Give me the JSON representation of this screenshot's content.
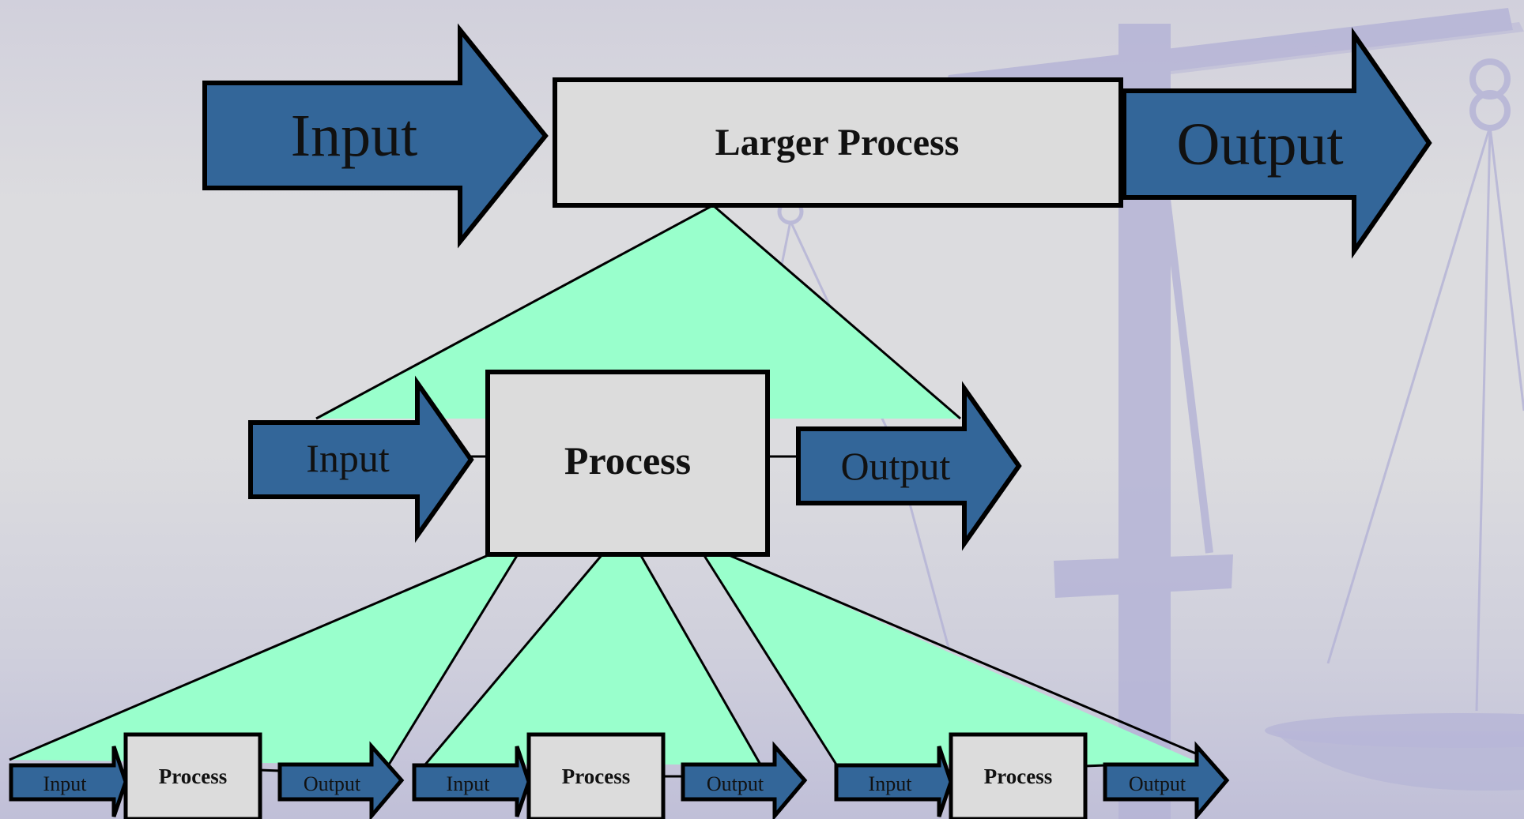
{
  "colors": {
    "arrow_fill": "#336699",
    "box_fill": "#dcdcdc",
    "cone_fill": "#99ffcc",
    "stroke": "#000000",
    "watermark": "#b5b4d6"
  },
  "top": {
    "input_label": "Input",
    "process_label": "Larger Process",
    "output_label": "Output"
  },
  "middle": {
    "input_label": "Input",
    "process_label": "Process",
    "output_label": "Output"
  },
  "bottom": [
    {
      "input_label": "Input",
      "process_label": "Process",
      "output_label": "Output"
    },
    {
      "input_label": "Input",
      "process_label": "Process",
      "output_label": "Output"
    },
    {
      "input_label": "Input",
      "process_label": "Process",
      "output_label": "Output"
    }
  ],
  "icons": {
    "watermark": "scales-of-justice-icon"
  }
}
